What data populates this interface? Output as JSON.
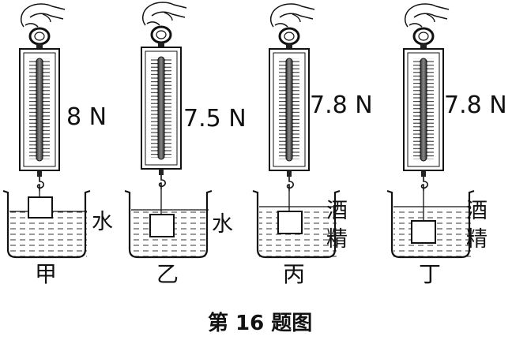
{
  "figure": {
    "caption": "第 16 题图",
    "setups": [
      {
        "id": "jia",
        "name": "甲",
        "reading": "8 N",
        "liquid_label": [
          "水"
        ],
        "submersion": "partial"
      },
      {
        "id": "yi",
        "name": "乙",
        "reading": "7.5 N",
        "liquid_label": [
          "水"
        ],
        "submersion": "full"
      },
      {
        "id": "bing",
        "name": "丙",
        "reading": "7.8 N",
        "liquid_label": [
          "酒",
          "精"
        ],
        "submersion": "full"
      },
      {
        "id": "ding",
        "name": "丁",
        "reading": "7.8 N",
        "liquid_label": [
          "酒",
          "精"
        ],
        "submersion": "full-deeper"
      }
    ]
  }
}
